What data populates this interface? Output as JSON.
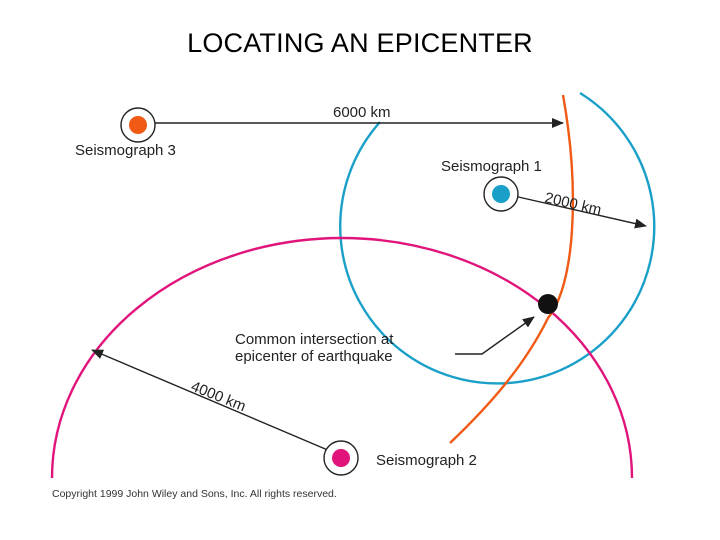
{
  "title": "LOCATING AN EPICENTER",
  "stations": {
    "s1": {
      "label": "Seismograph 1",
      "distance": "2000 km",
      "color": "#1aa0c8"
    },
    "s2": {
      "label": "Seismograph 2",
      "distance": "4000 km",
      "color": "#e0147a"
    },
    "s3": {
      "label": "Seismograph 3",
      "distance": "6000 km",
      "color": "#f05a14"
    }
  },
  "intersection_label_line1": "Common intersection at",
  "intersection_label_line2": "epicenter of earthquake",
  "copyright": "Copyright 1999 John Wiley and Sons, Inc. All rights reserved."
}
